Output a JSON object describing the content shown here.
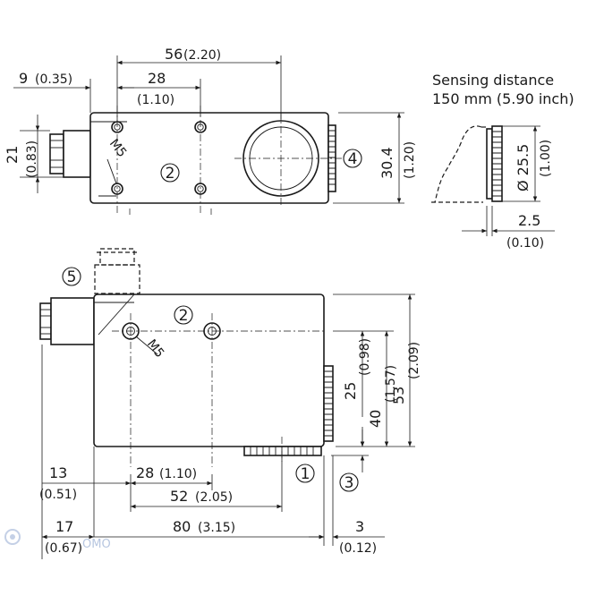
{
  "top_view": {
    "dim_56": "56",
    "dim_56_inch": "(2.20)",
    "dim_9": "9",
    "dim_9_inch": "(0.35)",
    "dim_28": "28",
    "dim_28_inch": "(1.10)",
    "dim_21": "21",
    "dim_21_inch": "(0.83)",
    "dim_30_4": "30.4",
    "dim_30_4_inch": "(1.20)",
    "thread": "M5",
    "callout_2": "2",
    "callout_4": "4"
  },
  "side_view": {
    "sensing_label": "Sensing distance",
    "sensing_value": "150 mm (5.90 inch)",
    "dim_dia": "Ø 25.5",
    "dim_dia_inch": "(1.00)",
    "dim_2_5": "2.5",
    "dim_2_5_inch": "(0.10)"
  },
  "front_view": {
    "callout_5": "5",
    "callout_2": "2",
    "callout_1": "1",
    "callout_3": "3",
    "thread": "M5",
    "dim_25": "25",
    "dim_25_inch": "(0.98)",
    "dim_40": "40",
    "dim_40_inch": "(1.57)",
    "dim_53": "53",
    "dim_53_inch": "(2.09)",
    "dim_13": "13",
    "dim_13_inch": "(0.51)",
    "dim_28": "28",
    "dim_28_inch": "(1.10)",
    "dim_52": "52",
    "dim_52_inch": "(2.05)",
    "dim_17": "17",
    "dim_17_inch": "(0.67)",
    "dim_80": "80",
    "dim_80_inch": "(3.15)",
    "dim_3": "3",
    "dim_3_inch": "(0.12)"
  },
  "watermark": "OMO"
}
